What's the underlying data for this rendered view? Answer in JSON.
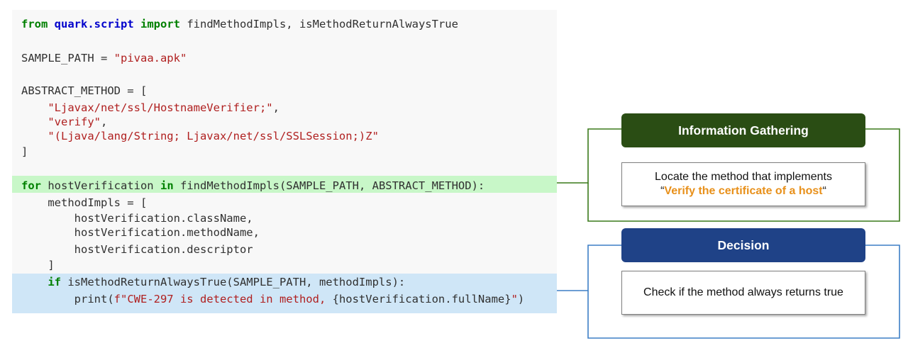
{
  "code": {
    "lines": [
      [
        {
          "t": "from",
          "c": "kw"
        },
        {
          "t": " ",
          "c": "p"
        },
        {
          "t": "quark.script",
          "c": "mod"
        },
        {
          "t": " ",
          "c": "p"
        },
        {
          "t": "import",
          "c": "kw"
        },
        {
          "t": " findMethodImpls, isMethodReturnAlwaysTrue",
          "c": "p"
        }
      ],
      [],
      [
        {
          "t": "SAMPLE_PATH = ",
          "c": "p"
        },
        {
          "t": "\"pivaa.apk\"",
          "c": "str"
        }
      ],
      [],
      [
        {
          "t": "ABSTRACT_METHOD = [",
          "c": "p"
        }
      ],
      [
        {
          "t": "    ",
          "c": "p"
        },
        {
          "t": "\"Ljavax/net/ssl/HostnameVerifier;\"",
          "c": "str"
        },
        {
          "t": ",",
          "c": "p"
        }
      ],
      [
        {
          "t": "    ",
          "c": "p"
        },
        {
          "t": "\"verify\"",
          "c": "str"
        },
        {
          "t": ",",
          "c": "p"
        }
      ],
      [
        {
          "t": "    ",
          "c": "p"
        },
        {
          "t": "\"(Ljava/lang/String; Ljavax/net/ssl/SSLSession;)Z\"",
          "c": "str"
        }
      ],
      [
        {
          "t": "]",
          "c": "p"
        }
      ],
      [],
      [
        {
          "t": "for",
          "c": "kw"
        },
        {
          "t": " hostVerification ",
          "c": "p"
        },
        {
          "t": "in",
          "c": "kw"
        },
        {
          "t": " findMethodImpls(SAMPLE_PATH, ABSTRACT_METHOD):",
          "c": "p"
        }
      ],
      [
        {
          "t": "    methodImpls = [",
          "c": "p"
        }
      ],
      [
        {
          "t": "        hostVerification.className,",
          "c": "p"
        }
      ],
      [
        {
          "t": "        hostVerification.methodName,",
          "c": "p"
        }
      ],
      [
        {
          "t": "        hostVerification.descriptor",
          "c": "p"
        }
      ],
      [
        {
          "t": "    ]",
          "c": "p"
        }
      ],
      [
        {
          "t": "    ",
          "c": "p"
        },
        {
          "t": "if",
          "c": "kw"
        },
        {
          "t": " isMethodReturnAlwaysTrue(SAMPLE_PATH, methodImpls):",
          "c": "p"
        }
      ],
      [
        {
          "t": "        print(",
          "c": "p"
        },
        {
          "t": "f\"CWE-297 is detected in method, ",
          "c": "str"
        },
        {
          "t": "{hostVerification.fullName}",
          "c": "p"
        },
        {
          "t": "\"",
          "c": "str"
        },
        {
          "t": ")",
          "c": "p"
        }
      ]
    ]
  },
  "stages": {
    "gathering": {
      "title": "Information Gathering",
      "desc_line1": "Locate the method that implements",
      "desc_quote_open": "“",
      "desc_highlight": "Verify the certificate of a host",
      "desc_quote_close": "“"
    },
    "decision": {
      "title": "Decision",
      "desc": "Check if the method always returns true"
    }
  },
  "colors": {
    "green_stage": "#2a4d14",
    "green_line": "#3a7a1a",
    "blue_stage": "#1f4287",
    "blue_line": "#3d7fc6",
    "accent": "#e8901a"
  }
}
